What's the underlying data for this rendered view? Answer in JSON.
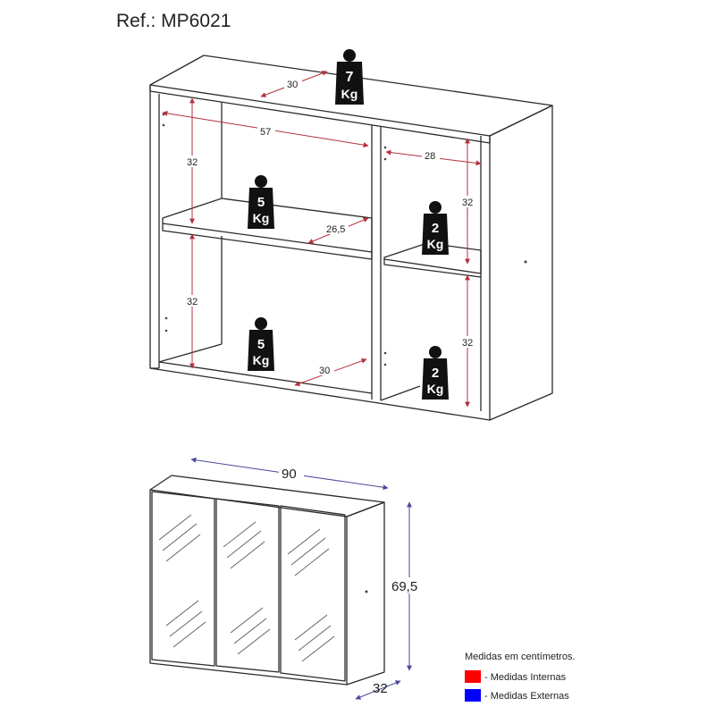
{
  "reference": "Ref.: MP6021",
  "dimensions_internal": {
    "depth_top": "30",
    "width_left": "57",
    "width_right": "28",
    "height_left_upper": "32",
    "height_left_lower": "32",
    "height_right_upper": "32",
    "height_right_lower": "32",
    "shelf_depth": "26,5",
    "bottom_depth": "30"
  },
  "weights": {
    "top": {
      "value": "7",
      "unit": "Kg"
    },
    "left_shelf": {
      "value": "5",
      "unit": "Kg"
    },
    "left_bottom": {
      "value": "5",
      "unit": "Kg"
    },
    "right_shelf": {
      "value": "2",
      "unit": "Kg"
    },
    "right_bottom": {
      "value": "2",
      "unit": "Kg"
    }
  },
  "dimensions_external": {
    "width": "90",
    "height": "69,5",
    "depth": "32"
  },
  "legend": {
    "title": "Medidas em centímetros.",
    "internal_label": "- Medidas Internas",
    "external_label": "- Medidas Externas",
    "internal_color": "#ff0000",
    "external_color": "#0000ff"
  },
  "icons": [
    "weight-icon"
  ]
}
